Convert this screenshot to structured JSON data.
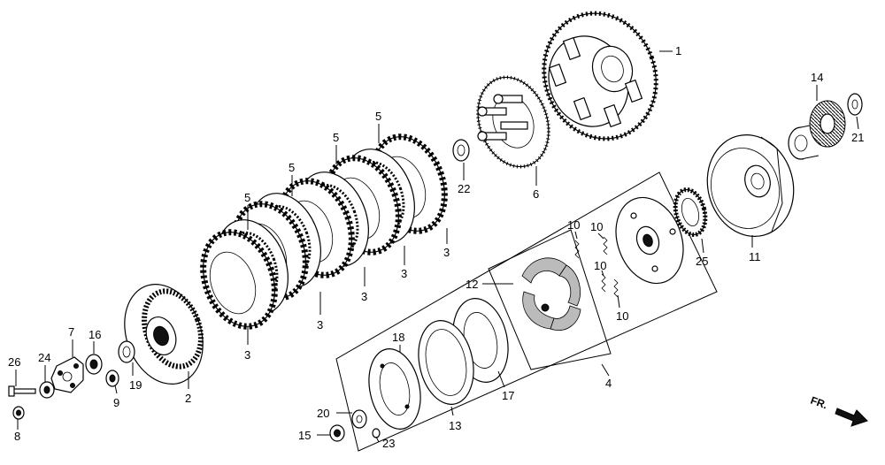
{
  "callouts": {
    "p1": "1",
    "p2": "2",
    "p3a": "3",
    "p3b": "3",
    "p3c": "3",
    "p3d": "3",
    "p3e": "3",
    "p4": "4",
    "p5a": "5",
    "p5b": "5",
    "p5c": "5",
    "p5d": "5",
    "p6": "6",
    "p7": "7",
    "p8": "8",
    "p9": "9",
    "p10a": "10",
    "p10b": "10",
    "p10c": "10",
    "p10d": "10",
    "p11": "11",
    "p12": "12",
    "p13": "13",
    "p14": "14",
    "p15": "15",
    "p16": "16",
    "p17": "17",
    "p18": "18",
    "p19": "19",
    "p20": "20",
    "p21": "21",
    "p22": "22",
    "p23": "23",
    "p24": "24",
    "p25": "25",
    "p26": "26"
  },
  "direction_label": "FR."
}
